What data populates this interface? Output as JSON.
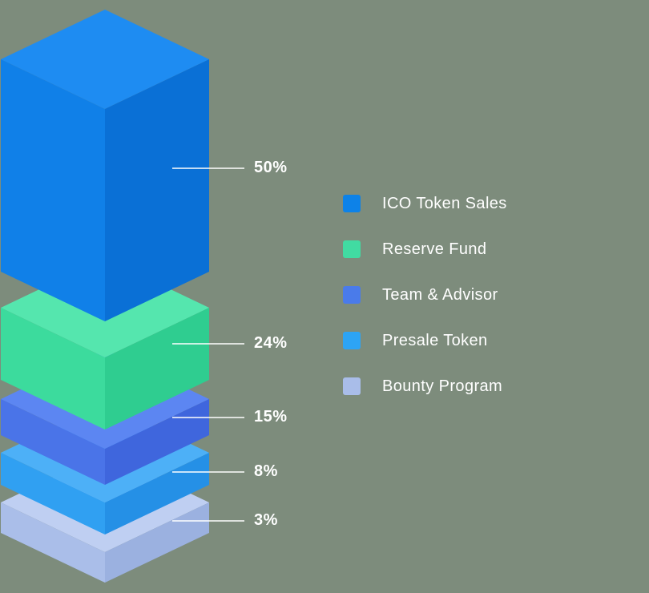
{
  "background_color": "#7d8c7c",
  "text_color": "#ffffff",
  "chart_data": {
    "type": "bar",
    "variant": "isometric-exploded-stack",
    "orientation": "vertical",
    "unit": "%",
    "categories": [
      "ICO Token Sales",
      "Reserve Fund",
      "Team & Advisor",
      "Presale Token",
      "Bounty Program"
    ],
    "values": [
      50,
      24,
      15,
      8,
      3
    ],
    "data_labels": [
      "50%",
      "24%",
      "15%",
      "8%",
      "3%"
    ],
    "legend_position": "right",
    "leader_line_color": "#ffffff",
    "colors": [
      {
        "top": "#1e8cf2",
        "left": "#1080e8",
        "right": "#0a70d6",
        "legend": "#0d82e8"
      },
      {
        "top": "#55e6ae",
        "left": "#3cdb9d",
        "right": "#2fcd90",
        "legend": "#41dba2"
      },
      {
        "top": "#5c86f2",
        "left": "#4a74e8",
        "right": "#3f66dd",
        "legend": "#4a7bea"
      },
      {
        "top": "#4db0f7",
        "left": "#30a0f2",
        "right": "#2590e6",
        "legend": "#2da4f5"
      },
      {
        "top": "#bfcff2",
        "left": "#aabee9",
        "right": "#9bb1e0",
        "legend": "#a9bde9"
      }
    ]
  }
}
